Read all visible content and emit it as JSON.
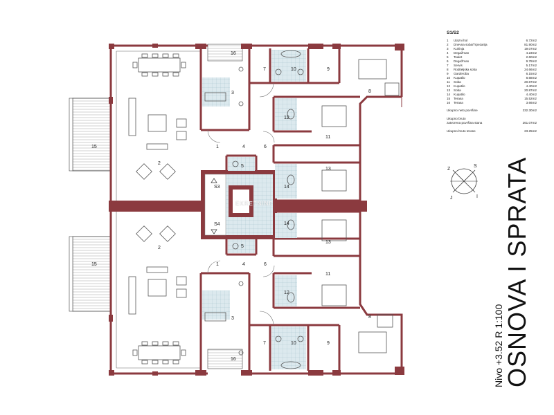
{
  "legend": {
    "title": "S1/S2",
    "rows": [
      {
        "n": "1",
        "name": "Ulazni hol",
        "area": "6.72m2"
      },
      {
        "n": "2",
        "name": "Dnevna soba/Trpezarija",
        "area": "81.90m2"
      },
      {
        "n": "3",
        "name": "Kuhinja",
        "area": "19.07m2"
      },
      {
        "n": "4",
        "name": "Degažman",
        "area": "4.23m2"
      },
      {
        "n": "5",
        "name": "Toalet",
        "area": "2.60m2"
      },
      {
        "n": "6",
        "name": "Degažman",
        "area": "9.78m2"
      },
      {
        "n": "7",
        "name": "Servis",
        "area": "5.17m2"
      },
      {
        "n": "8",
        "name": "Roditeljska soba",
        "area": "24.66m2"
      },
      {
        "n": "9",
        "name": "Garderoba",
        "area": "6.15m2"
      },
      {
        "n": "10",
        "name": "Kupatilo",
        "area": "8.68m2"
      },
      {
        "n": "11",
        "name": "Soba",
        "area": "20.87m2"
      },
      {
        "n": "12",
        "name": "Kupatilo",
        "area": "4.40m2"
      },
      {
        "n": "13",
        "name": "Soba",
        "area": "20.87m2"
      },
      {
        "n": "14",
        "name": "Kupatilo",
        "area": "4.40m2"
      },
      {
        "n": "15",
        "name": "Terasa",
        "area": "15.52m2"
      },
      {
        "n": "16",
        "name": "Terasa",
        "area": "3.66m2"
      }
    ],
    "net_label": "Ukupno neto površine",
    "net_value": "232.30m2",
    "gross_label_1": "Ukupno bruto",
    "gross_label_2": "zatvorena površina stana",
    "gross_value": "261.07m2",
    "terrace_label": "Ukupno bruto terase",
    "terrace_value": "23.25m2"
  },
  "title": {
    "main": "OSNOVA I SPRATA",
    "level": "Nivo +3.52 R 1:100"
  },
  "compass": {
    "labels": [
      "Z",
      "S",
      "I",
      "J"
    ]
  },
  "watermark": "EKRETNINE",
  "room_labels_top": {
    "r16": "16",
    "r7": "7",
    "r10": "10",
    "r9": "9",
    "r8": "8",
    "r3": "3",
    "r12": "12",
    "r11": "11",
    "r15": "15",
    "r2": "2",
    "r1": "1",
    "r4": "4",
    "r6": "6",
    "r5": "5",
    "r13": "13",
    "r14": "14",
    "s3": "S3"
  },
  "room_labels_bottom": {
    "r16": "16",
    "r7": "7",
    "r10": "10",
    "r9": "9",
    "r8": "8",
    "r3": "3",
    "r12": "12",
    "r11": "11",
    "r15": "15",
    "r2": "2",
    "r1": "1",
    "r4": "4",
    "r6": "6",
    "r5": "5",
    "r13": "13",
    "r14": "14",
    "s4": "S4"
  },
  "colors": {
    "wall": "#8b3a3f",
    "wall_light": "#c98a8e",
    "tile": "#cfe0e6",
    "furniture": "#555555"
  }
}
